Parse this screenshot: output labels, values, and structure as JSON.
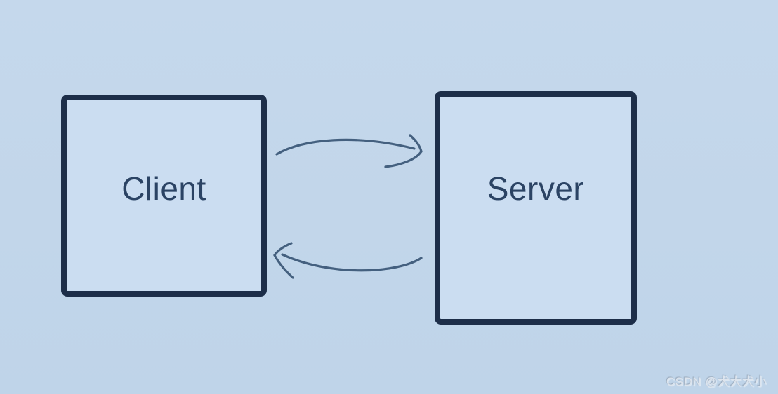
{
  "diagram": {
    "nodes": [
      {
        "id": "client",
        "label": "Client"
      },
      {
        "id": "server",
        "label": "Server"
      }
    ],
    "edges": [
      {
        "from": "Client",
        "to": "Server",
        "direction": "right",
        "style": "curved-up"
      },
      {
        "from": "Server",
        "to": "Client",
        "direction": "left",
        "style": "curved-down"
      }
    ],
    "colors": {
      "background": "#c3d7eb",
      "node_fill": "#cbddf1",
      "node_border": "#1d2e49",
      "node_text": "#2b4364",
      "arrow": "#44607f"
    }
  },
  "watermark": {
    "text": "CSDN @犬大犬小"
  }
}
